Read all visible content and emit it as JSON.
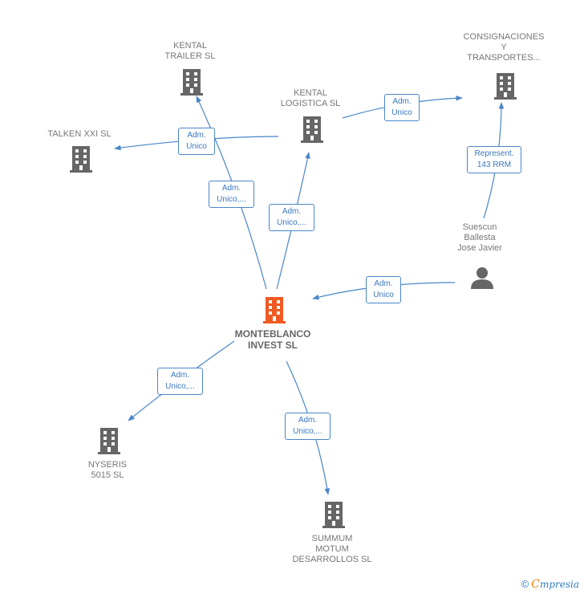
{
  "colors": {
    "edge": "#4a86c8",
    "building": "#666666",
    "central": "#f05a22",
    "person": "#666666"
  },
  "nodes": {
    "kental_trailer": {
      "label": "KENTAL\nTRAILER SL",
      "icon": "building-icon"
    },
    "consignaciones": {
      "label": "CONSIGNACIONES\nY\nTRANSPORTES...",
      "icon": "building-icon"
    },
    "kental_logistica": {
      "label": "KENTAL\nLOGISTICA SL",
      "icon": "building-icon"
    },
    "talken": {
      "label": "TALKEN XXI  SL",
      "icon": "building-icon"
    },
    "suescun": {
      "label": "Suescun\nBallesta\nJose Javier",
      "icon": "person-icon"
    },
    "monteblanco": {
      "label": "MONTEBLANCO\nINVEST  SL",
      "icon": "building-icon"
    },
    "nyseris": {
      "label": "NYSERIS\n5015  SL",
      "icon": "building-icon"
    },
    "summum": {
      "label": "SUMMUM\nMOTUM\nDESARROLLOS SL",
      "icon": "building-icon"
    }
  },
  "edges": {
    "logistica_to_consignaciones": "Adm.\nUnico",
    "talken_kentaltrailer": "Adm.\nUnico",
    "monteblanco_to_kentaltrailer": "Adm.\nUnico,...",
    "monteblanco_to_logistica": "Adm.\nUnico,...",
    "suescun_to_consignaciones": "Represent.\n143 RRM",
    "suescun_to_monteblanco": "Adm.\nUnico",
    "monteblanco_to_nyseris": "Adm.\nUnico,...",
    "monteblanco_to_summum": "Adm.\nUnico,..."
  },
  "footer": {
    "copyright": "©",
    "brand_first": "C",
    "brand_rest": "mpresia"
  }
}
